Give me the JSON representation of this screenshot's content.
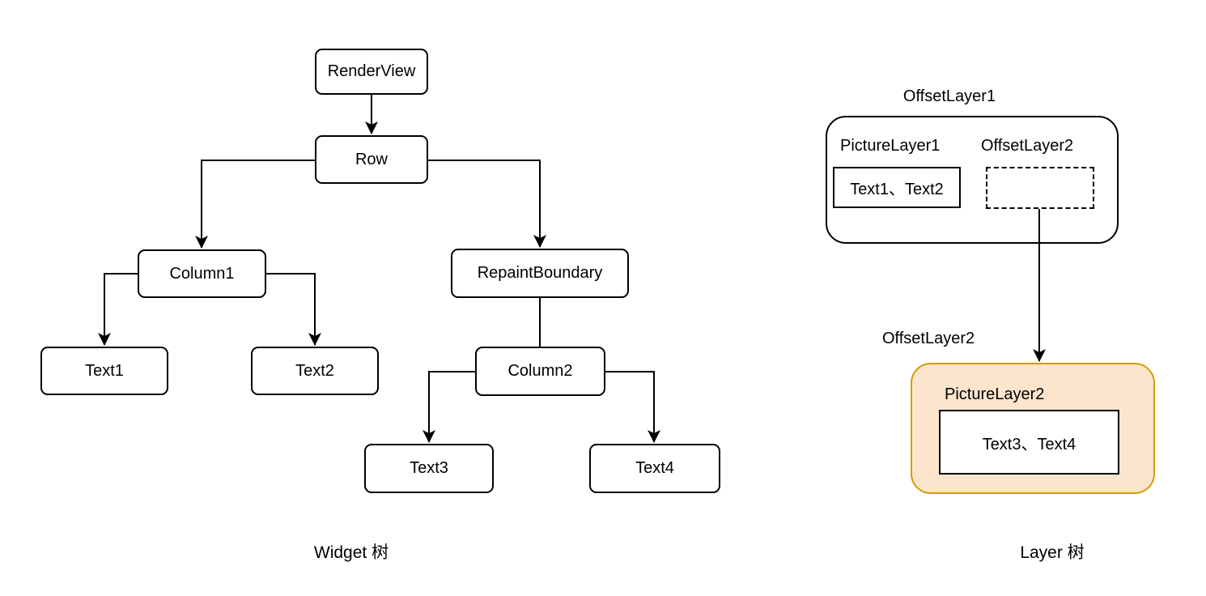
{
  "widget_tree": {
    "caption": "Widget 树",
    "nodes": {
      "renderview": "RenderView",
      "row": "Row",
      "column1": "Column1",
      "repaintboundary": "RepaintBoundary",
      "text1": "Text1",
      "text2": "Text2",
      "column2": "Column2",
      "text3": "Text3",
      "text4": "Text4"
    }
  },
  "layer_tree": {
    "caption": "Layer 树",
    "offsetlayer1": {
      "title": "OffsetLayer1",
      "picturelayer1_label": "PictureLayer1",
      "picturelayer1_content": "Text1、Text2",
      "offsetlayer2_label": "OffsetLayer2"
    },
    "offsetlayer2": {
      "title": "OffsetLayer2",
      "picturelayer2_label": "PictureLayer2",
      "picturelayer2_content": "Text3、Text4"
    }
  },
  "colors": {
    "node_stroke": "#000000",
    "node_fill": "#FFFFFF",
    "highlight_fill": "#FCE5CD",
    "highlight_stroke": "#D79B00"
  }
}
